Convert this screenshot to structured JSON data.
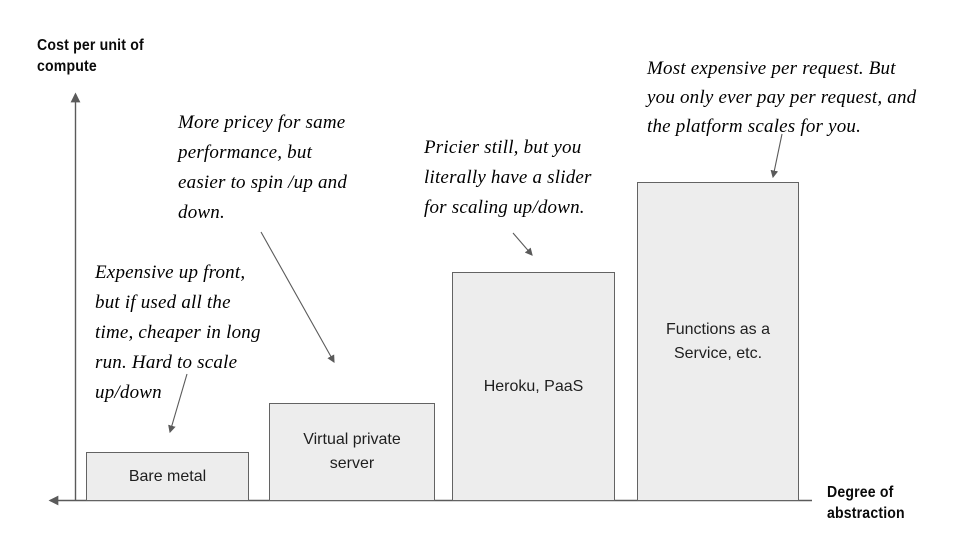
{
  "axes": {
    "y_label": "Cost per unit of\ncompute",
    "x_label": "Degree of\nabstraction"
  },
  "bars": [
    {
      "label": "Bare metal"
    },
    {
      "label": "Virtual private\nserver"
    },
    {
      "label": "Heroku, PaaS"
    },
    {
      "label": "Functions as a\nService, etc."
    }
  ],
  "annotations": [
    {
      "text": "Expensive up front,\nbut if used all the\ntime, cheaper in long\nrun. Hard to scale\nup/down"
    },
    {
      "text": "More pricey for same\nperformance, but\neasier to spin /up and\ndown."
    },
    {
      "text": "Pricier still, but you\nliterally have a slider\nfor scaling up/down."
    },
    {
      "text": "Most expensive per request. But\nyou only ever pay per request, and\nthe platform scales for you."
    }
  ],
  "colors": {
    "bar_fill": "#ededed",
    "bar_border": "#636363",
    "axis_line": "#5a5a5a",
    "arrow": "#5a5a5a",
    "text": "#000000"
  },
  "chart_data": {
    "type": "bar",
    "categories": [
      "Bare metal",
      "Virtual private server",
      "Heroku, PaaS",
      "Functions as a Service, etc."
    ],
    "values": [
      0.15,
      0.3,
      0.72,
      1.0
    ],
    "title": "",
    "xlabel": "Degree of abstraction",
    "ylabel": "Cost per unit of compute",
    "ylim": [
      0,
      1
    ],
    "grid": false,
    "legend": false,
    "style": "hand-drawn conceptual chart, no numeric ticks; values are relative bar heights",
    "annotations": [
      {
        "target": "Bare metal",
        "text": "Expensive up front, but if used all the time, cheaper in long run. Hard to scale up/down"
      },
      {
        "target": "Virtual private server",
        "text": "More pricey for same performance, but easier to spin /up and down."
      },
      {
        "target": "Heroku, PaaS",
        "text": "Pricier still, but you literally have a slider for scaling up/down."
      },
      {
        "target": "Functions as a Service, etc.",
        "text": "Most expensive per request. But you only ever pay per request, and the platform scales for you."
      }
    ]
  }
}
